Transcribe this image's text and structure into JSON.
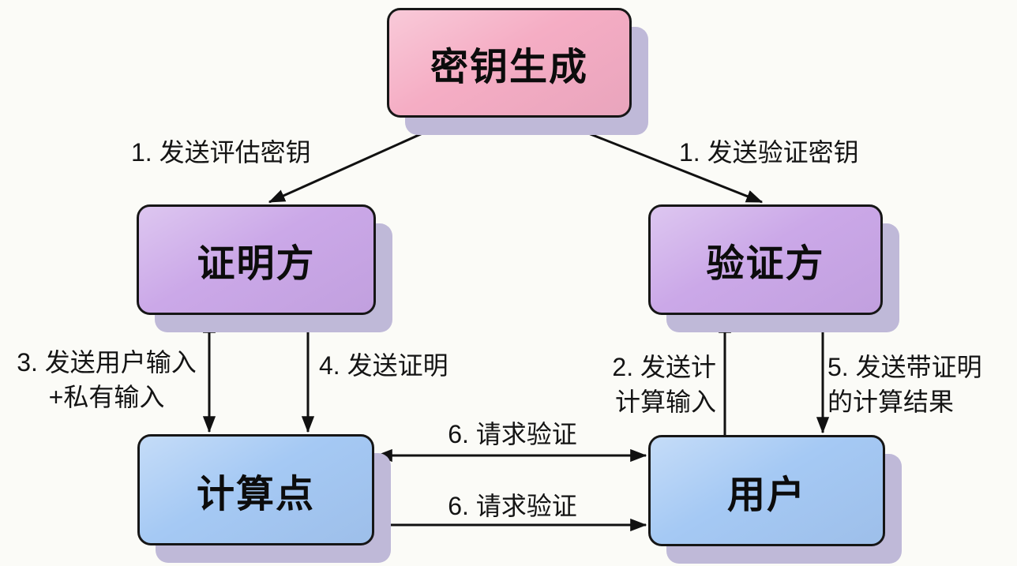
{
  "nodes": {
    "key_generation": {
      "label": "密钥生成",
      "fill": "#F5ADC4"
    },
    "prover": {
      "label": "证明方",
      "fill": "#CBA8E8"
    },
    "verifier": {
      "label": "验证方",
      "fill": "#CBA8E8"
    },
    "compute_node": {
      "label": "计算点",
      "fill": "#A5C9F4"
    },
    "user": {
      "label": "用户",
      "fill": "#A5C9F4"
    }
  },
  "edges": {
    "send_eval_key": {
      "label": "1. 发送评估密钥",
      "from": "key_generation",
      "to": "prover",
      "direction": "one-way"
    },
    "send_verify_key": {
      "label": "1. 发送验证密钥",
      "from": "key_generation",
      "to": "verifier",
      "direction": "one-way"
    },
    "send_user_input": {
      "lines": [
        "3. 发送用户输入",
        "+私有输入"
      ],
      "from": "compute_node",
      "to": "prover",
      "direction": "two-way"
    },
    "send_proof": {
      "label": "4. 发送证明",
      "from": "prover",
      "to": "compute_node",
      "direction": "one-way"
    },
    "send_compute_input": {
      "lines": [
        "2. 发送计",
        "计算输入"
      ],
      "from": "user",
      "to": "verifier",
      "direction": "one-way"
    },
    "send_result": {
      "lines": [
        "5. 发送带证明",
        "的计算结果"
      ],
      "from": "verifier",
      "to": "user",
      "direction": "one-way"
    },
    "request_verify_top": {
      "label": "6. 请求验证",
      "from": "compute_node",
      "to": "user",
      "direction": "two-way"
    },
    "request_verify_bot": {
      "label": "6. 请求验证",
      "from": "compute_node",
      "to": "user",
      "direction": "one-way"
    }
  },
  "colors": {
    "background": "#FBFBF7",
    "box_border": "#161616",
    "box_shadow": "#BFB9D8",
    "arrow": "#111111",
    "pink": "#F5ADC4",
    "purple": "#CBA8E8",
    "blue": "#A5C9F4"
  }
}
